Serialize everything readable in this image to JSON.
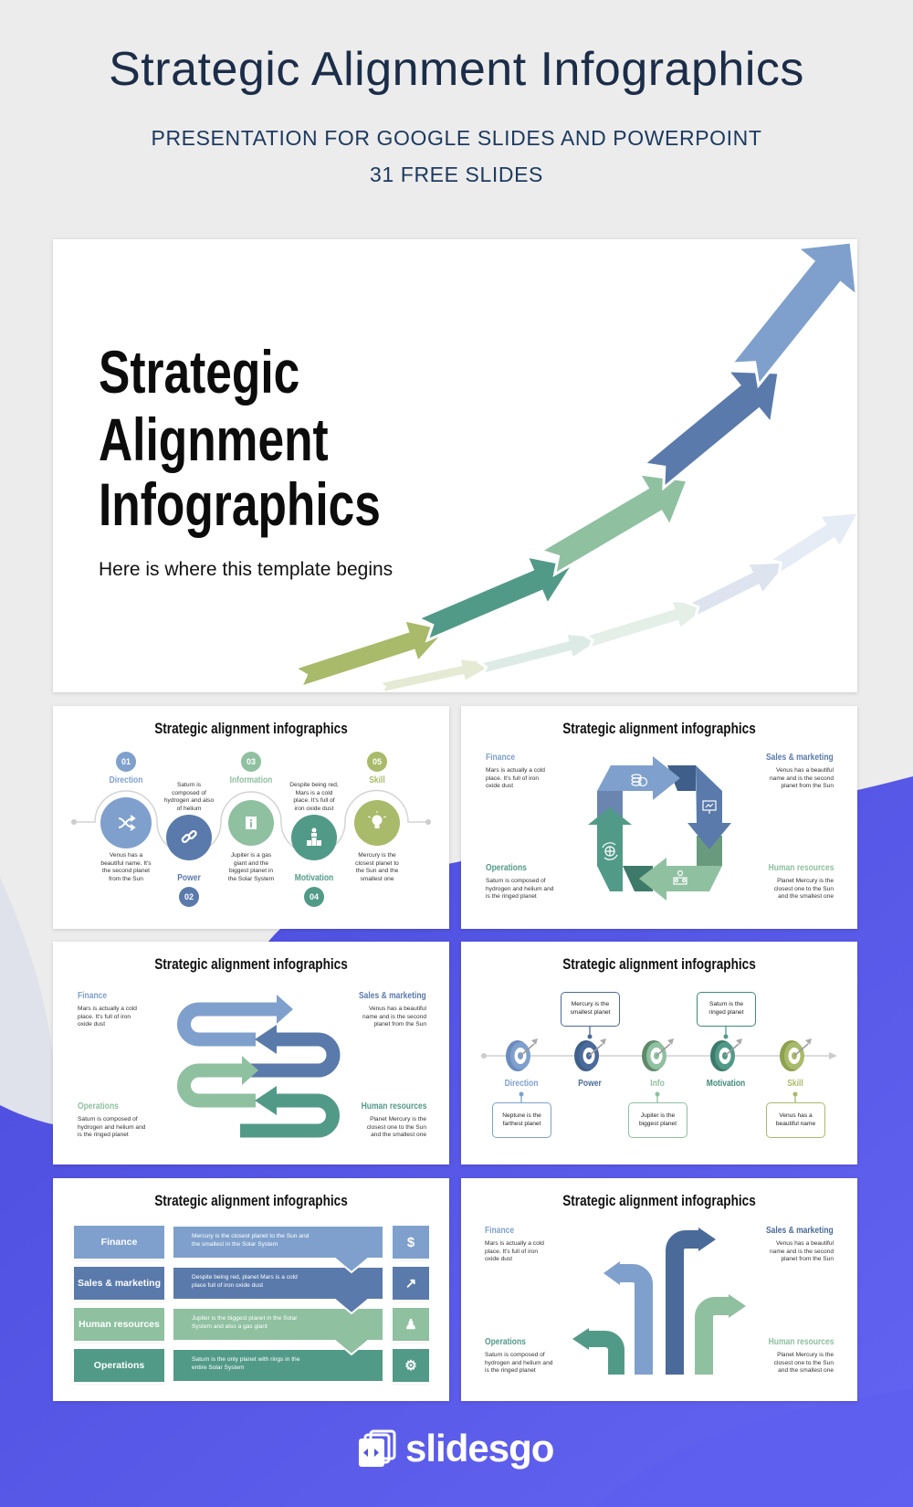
{
  "header": {
    "title": "Strategic Alignment Infographics",
    "subtitle": "PRESENTATION FOR GOOGLE SLIDES AND POWERPOINT",
    "slides_count": "31 FREE SLIDES"
  },
  "colors": {
    "navy": "#1b2d48",
    "purple": "#5656e4",
    "light_blue": "#7fa0cc",
    "blue": "#5a7aab",
    "dark_blue": "#3f5f8a",
    "light_green": "#8fc0a0",
    "teal": "#529a88",
    "olive": "#a9ba6a"
  },
  "cover": {
    "title_lines": [
      "Strategic",
      "Alignment",
      "Infographics"
    ],
    "subtitle": "Here is where this template begins"
  },
  "timeline_slide": {
    "title": "Strategic alignment infographics",
    "steps": [
      {
        "num": "01",
        "label": "Direction",
        "text": "Venus has a\nbeautiful name. It's\nthe second planet\nfrom the Sun",
        "icon": "shuffle-icon"
      },
      {
        "num": "02",
        "label": "Power",
        "text": "Saturn is\ncomposed of\nhydrogen and also\nof helium",
        "icon": "link-icon"
      },
      {
        "num": "03",
        "label": "Information",
        "text": "Jupiter is a gas\ngiant and the\nbiggest planet in\nthe Solar System",
        "icon": "info-icon"
      },
      {
        "num": "04",
        "label": "Motivation",
        "text": "Despite being red,\nMars is a cold\nplace. It's full of\niron oxide dust",
        "icon": "podium-icon"
      },
      {
        "num": "05",
        "label": "Skill",
        "text": "Mercury is the\nclosest planet to\nthe Sun and the\nsmallest one",
        "icon": "lightbulb-icon"
      }
    ]
  },
  "cycle_slide": {
    "title": "Strategic alignment infographics",
    "items": [
      {
        "label": "Finance",
        "text": "Mars is actually a cold\nplace. It's full of iron\noxide dust",
        "icon": "coins-icon"
      },
      {
        "label": "Sales & marketing",
        "text": "Venus has a beautiful\nname and is the second\nplanet from the Sun",
        "icon": "presentation-icon"
      },
      {
        "label": "Operations",
        "text": "Saturn is composed of\nhydrogen and helium and\nis the ringed planet",
        "icon": "globe-cycle-icon"
      },
      {
        "label": "Human resources",
        "text": "Planet Mercury is the\nclosest one to the Sun\nand the smallest one",
        "icon": "team-icon"
      }
    ]
  },
  "snake_slide": {
    "title": "Strategic alignment infographics",
    "items": [
      {
        "label": "Finance",
        "text": "Mars is actually a cold\nplace. It's full of iron\noxide dust"
      },
      {
        "label": "Sales & marketing",
        "text": "Venus has a beautiful\nname and is the second\nplanet from the Sun"
      },
      {
        "label": "Operations",
        "text": "Saturn is composed of\nhydrogen and helium and\nis the ringed planet"
      },
      {
        "label": "Human resources",
        "text": "Planet Mercury is the\nclosest one to the Sun\nand the smallest one"
      }
    ]
  },
  "target_slide": {
    "title": "Strategic alignment infographics",
    "items": [
      {
        "label": "Direction",
        "text": "Neptune is the\nfarthest planet"
      },
      {
        "label": "Power",
        "text": "Mercury is the\nsmallest planet"
      },
      {
        "label": "Info",
        "text": "Jupiter is the\nbiggest planet"
      },
      {
        "label": "Motivation",
        "text": "Saturn is the\nringed planet"
      },
      {
        "label": "Skill",
        "text": "Venus has a\nbeautiful name"
      }
    ]
  },
  "table_slide": {
    "title": "Strategic alignment infographics",
    "rows": [
      {
        "label": "Finance",
        "text": "Mercury is the closest planet to the Sun and\nthe smallest in the Solar System",
        "icon": "coins-icon"
      },
      {
        "label": "Sales & marketing",
        "text": "Despite being red, planet Mars is a cold\nplace full of iron oxide dust",
        "icon": "laptop-chart-icon"
      },
      {
        "label": "Human resources",
        "text": "Jupiter is the biggest planet in the Solar\nSystem and also a gas giant",
        "icon": "team-icon"
      },
      {
        "label": "Operations",
        "text": "Saturn is the only planet with rings in the\nentire Solar System",
        "icon": "gear-icon"
      }
    ]
  },
  "arrows_slide": {
    "title": "Strategic alignment infographics",
    "items": [
      {
        "label": "Finance",
        "text": "Mars is actually a cold\nplace. It's full of iron\noxide dust"
      },
      {
        "label": "Sales & marketing",
        "text": "Venus has a beautiful\nname and is the second\nplanet from the Sun"
      },
      {
        "label": "Operations",
        "text": "Saturn is composed of\nhydrogen and helium and\nis the ringed planet"
      },
      {
        "label": "Human resources",
        "text": "Planet Mercury is the\nclosest one to the Sun\nand the smallest one"
      }
    ]
  },
  "brand": {
    "name": "slidesgo"
  }
}
